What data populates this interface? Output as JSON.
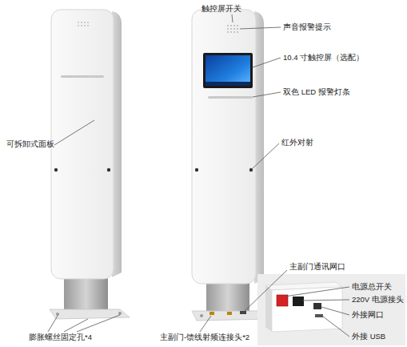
{
  "diagram": {
    "labels": [
      "触控屏开关",
      "声音报警提示",
      "10.4 寸触控屏（选配）",
      "双色 LED 报警灯条",
      "可拆卸式面板",
      "红外对射",
      "主副门通讯网口",
      "电源总开关",
      "220V 电源接头",
      "外接网口",
      "外接 USB",
      "膨胀螺丝固定孔*4",
      "主副门-馈线射频连接头*2"
    ]
  }
}
